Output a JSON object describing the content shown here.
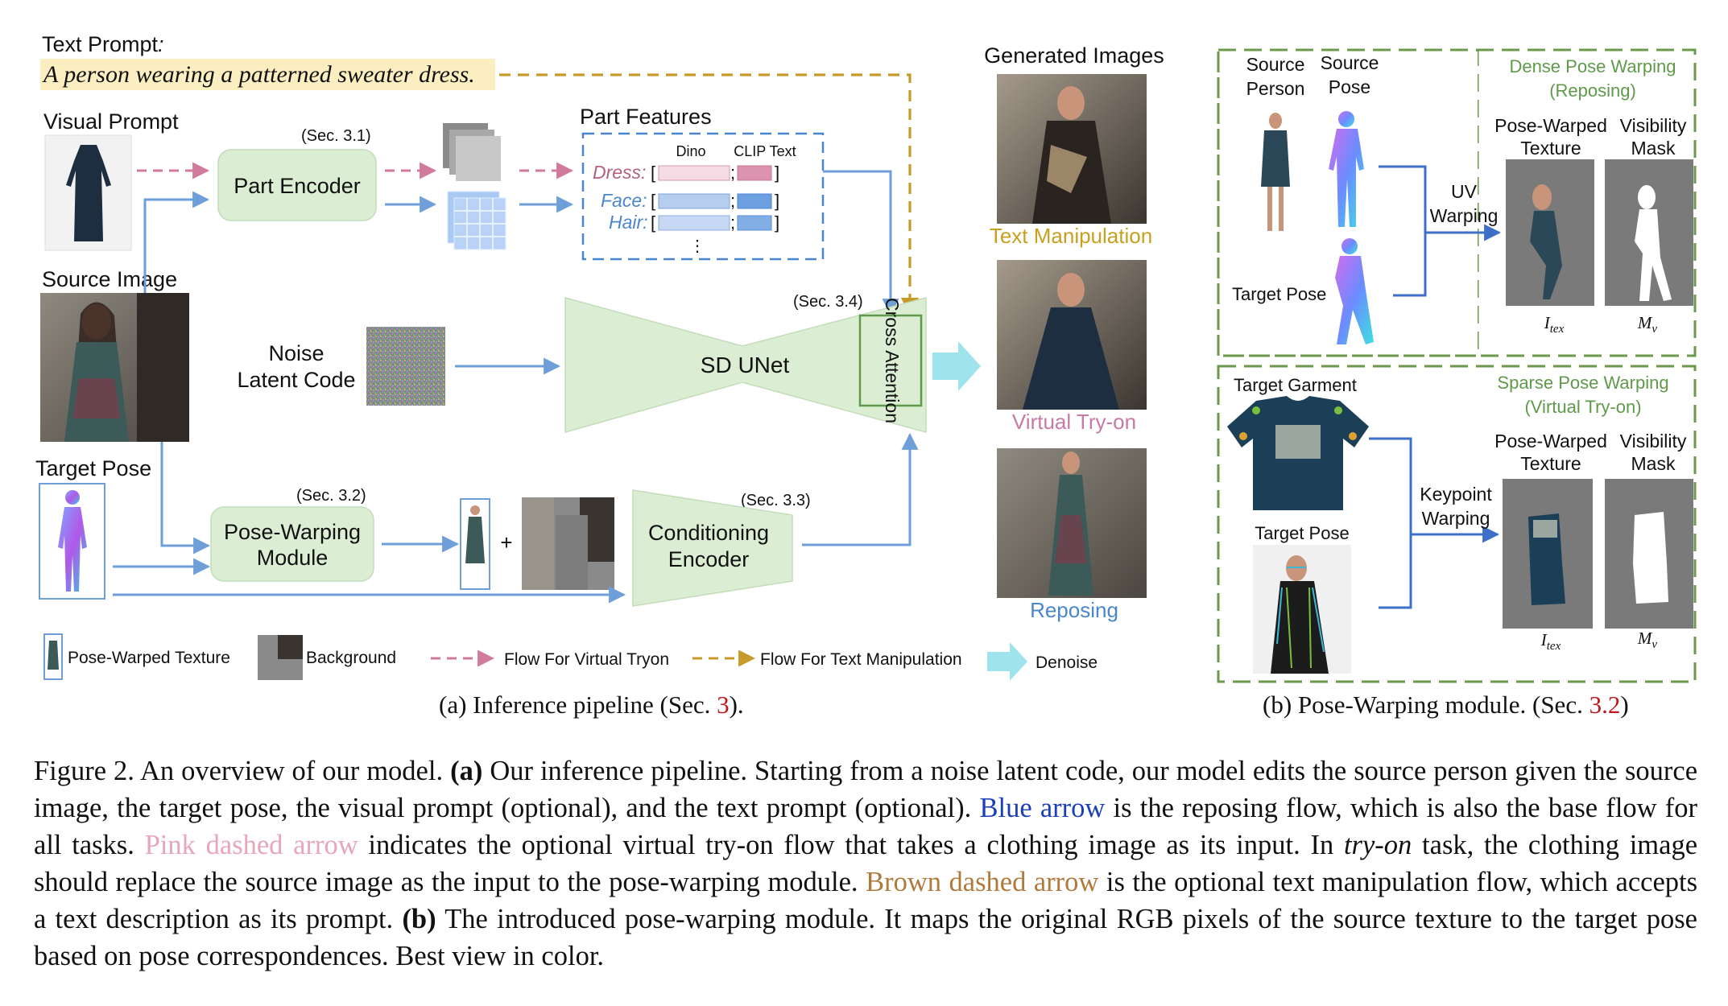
{
  "left_panel": {
    "text_prompt_label": "Text Prompt",
    "text_prompt_colon": ":",
    "text_prompt_value": "A person wearing a patterned sweater dress.",
    "visual_prompt_label": "Visual Prompt",
    "source_image_label": "Source Image",
    "target_pose_label": "Target Pose",
    "part_encoder_label": "Part Encoder",
    "part_encoder_sec": "(Sec. 3.1)",
    "part_features_title": "Part Features",
    "col_dino": "Dino",
    "col_clip": "CLIP Text",
    "row_dress": "Dress:",
    "row_face": "Face:",
    "row_hair": "Hair:",
    "row_ellipsis": "⋮",
    "noise_label_1": "Noise",
    "noise_label_2": "Latent Code",
    "unet_label": "SD UNet",
    "unet_sec": "(Sec. 3.4)",
    "cross_attention_label": "Cross Attention",
    "pose_warping_line1": "Pose-Warping",
    "pose_warping_line2": "Module",
    "pose_warping_sec": "(Sec. 3.2)",
    "plus_sign": "+",
    "cond_enc_line1": "Conditioning",
    "cond_enc_line2": "Encoder",
    "cond_enc_sec": "(Sec. 3.3)",
    "generated_images_title": "Generated Images",
    "gen_text_manipulation": "Text Manipulation",
    "gen_virtual_tryon": "Virtual Try-on",
    "gen_reposing": "Reposing",
    "legend_pose_warped": "Pose-Warped Texture",
    "legend_background": "Background",
    "legend_flow_tryon": "Flow For Virtual Tryon",
    "legend_flow_text": "Flow For Text Manipulation",
    "legend_denoise": "Denoise",
    "subcaption_pre": "(a) Inference pipeline (Sec.",
    "subcaption_ref": "3",
    "subcaption_post": ")."
  },
  "right_panel": {
    "dense_source_person": [
      "Source",
      "Person"
    ],
    "dense_source_pose": [
      "Source",
      "Pose"
    ],
    "dense_title": [
      "Dense Pose Warping",
      "(Reposing)"
    ],
    "dense_target_pose": "Target Pose",
    "uv_warping": [
      "UV",
      "Warping"
    ],
    "pose_warped_texture": [
      "Pose-Warped",
      "Texture"
    ],
    "visibility_mask": [
      "Visibility",
      "Mask"
    ],
    "i_tex": "I",
    "i_tex_sub": "tex",
    "m_v": "M",
    "m_v_sub": "v",
    "sparse_target_garment": "Target Garment",
    "sparse_title": [
      "Sparse Pose Warping",
      "(Virtual Try-on)"
    ],
    "sparse_target_pose": "Target Pose",
    "keypoint_warping": [
      "Keypoint",
      "Warping"
    ],
    "subcaption_pre": "(b) Pose-Warping module. (Sec.",
    "subcaption_ref": "3.2",
    "subcaption_post": ")"
  },
  "caption": {
    "fig_label": "Figure 2. An overview of our model.",
    "a_label": "(a)",
    "a_text": "Our inference pipeline. Starting from a noise latent code, our model edits the source person given the source image, the target pose, the visual prompt (optional), and the text prompt (optional).",
    "blue_arrow": "Blue arrow",
    "blue_text": "is the reposing flow, which is also the base flow for all tasks.",
    "pink_arrow": "Pink dashed arrow",
    "pink_text": "indicates the optional virtual try-on flow that takes a clothing image as its input. In",
    "tryon_italic": "try-on",
    "tryon_text": "task, the clothing image should replace the source image as the input to the pose-warping module.",
    "brown_arrow": "Brown dashed arrow",
    "brown_text": "is the optional text manipulation flow, which accepts a text description as its prompt.",
    "b_label": "(b)",
    "b_text": "The introduced pose-warping module. It maps the original RGB pixels of the source texture to the target pose based on pose correspondences. Best view in color."
  },
  "colors": {
    "blue_flow": "#6e9fd8",
    "pink_flow": "#d27a9c",
    "brown_flow": "#c89a2a",
    "green_box": "#dbeed3",
    "green_dash": "#6a9a4a",
    "text_manip": "#c8a020",
    "virtual_tryon": "#c77aa6",
    "reposing": "#4a86d0"
  }
}
